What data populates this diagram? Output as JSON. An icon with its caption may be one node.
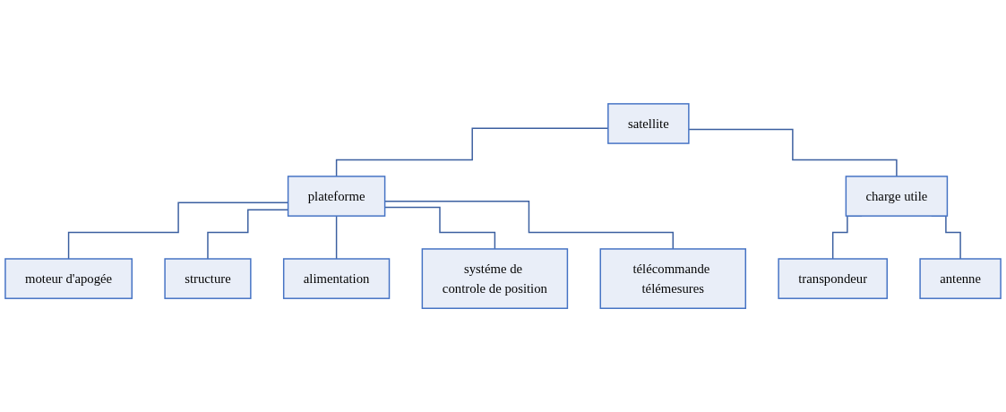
{
  "diagram": {
    "nodes": [
      {
        "text": [
          "satellite"
        ]
      },
      {
        "text": [
          "plateforme"
        ]
      },
      {
        "text": [
          "charge utile"
        ]
      },
      {
        "text": [
          "moteur d'apogée"
        ]
      },
      {
        "text": [
          "structure"
        ]
      },
      {
        "text": [
          "alimentation"
        ]
      },
      {
        "text": [
          "systéme de controle de position"
        ]
      },
      {
        "text": [
          "télécommande télémesures"
        ]
      },
      {
        "text": [
          "transpondeur"
        ]
      },
      {
        "text": [
          "antenne"
        ]
      }
    ],
    "edges": [
      {
        "from": 0,
        "to": 1,
        "arrow": "none"
      },
      {
        "from": 0,
        "to": 2,
        "arrow": "none"
      },
      {
        "from": 1,
        "to": 3,
        "arrow": "none"
      },
      {
        "from": 1,
        "to": 4,
        "arrow": "none"
      },
      {
        "from": 1,
        "to": 5,
        "arrow": "none"
      },
      {
        "from": 1,
        "to": 6,
        "arrow": "none"
      },
      {
        "from": 1,
        "to": 7,
        "arrow": "none"
      },
      {
        "from": 2,
        "to": 8,
        "arrow": "none"
      },
      {
        "from": 2,
        "to": 9,
        "arrow": "none"
      }
    ]
  }
}
